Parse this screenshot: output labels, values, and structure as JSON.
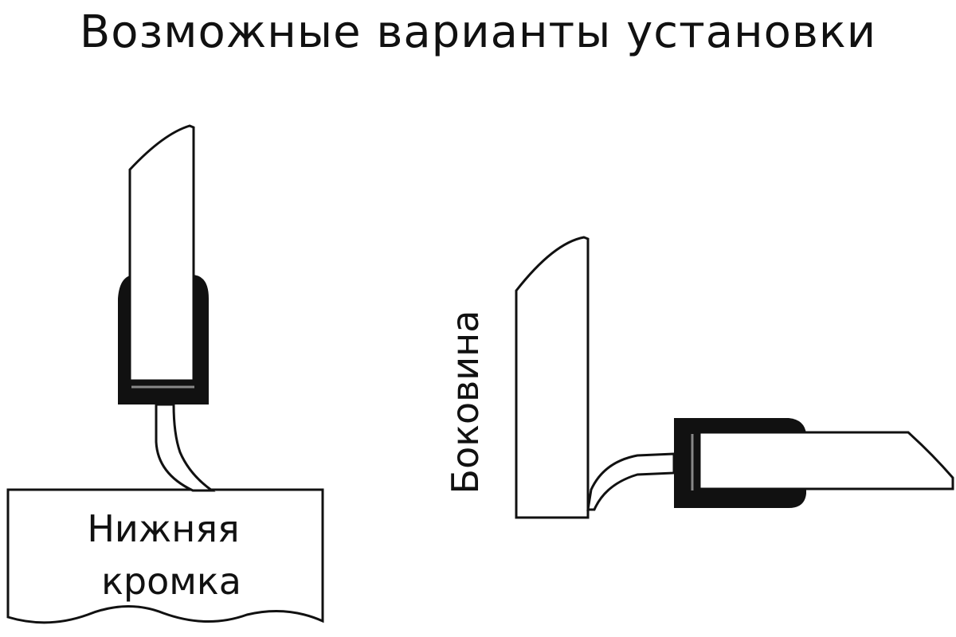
{
  "title": "Возможные варианты установки",
  "labels": {
    "bottom_edge_line1": "Нижняя",
    "bottom_edge_line2": "кромка",
    "side_panel": "Боковина"
  },
  "colors": {
    "stroke": "#111111",
    "fill": "#ffffff",
    "seal": "#111111"
  }
}
